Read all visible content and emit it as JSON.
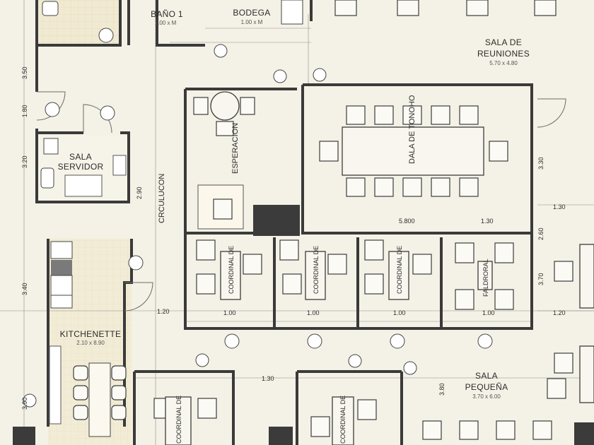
{
  "rooms": {
    "bano": {
      "name": "BAÑO 1",
      "dims": "1.00 x M"
    },
    "bodega": {
      "name": "BODEGA",
      "dims": "1.00 x M"
    },
    "sala_reuniones": {
      "name_line1": "SALA DE",
      "name_line2": "REUNIONES",
      "dims": "5.70 x 4.80"
    },
    "sala_servidor": {
      "name_line1": "SALA",
      "name_line2": "SERVIDOR"
    },
    "circulacion": {
      "name": "CRCULUCON"
    },
    "kitchenette": {
      "name": "KITCHENETTE",
      "dims": "2.10 x 8.90"
    },
    "sala_pequena": {
      "name_line1": "SALA",
      "name_line2": "PEQUEÑA",
      "dims": "3.70 x 6.00"
    },
    "reception": {
      "name": "ESPERACION"
    },
    "conference_table": {
      "name": "DALA DE TONOHO"
    },
    "office1": {
      "name": "COORDINAL DE"
    },
    "office2": {
      "name": "COORDINAL DE"
    },
    "office3": {
      "name": "COORDINAL DE"
    },
    "office4": {
      "name": "FALDRORAL"
    },
    "bottom_office1": {
      "name": "COORDINAL DE"
    },
    "bottom_office2": {
      "name": "COORDINAL DE"
    }
  },
  "dimensions": {
    "left_350": "3.50",
    "left_180": "1.80",
    "left_320": "3.20",
    "left_340": "3.40",
    "left_390": "3.90",
    "corridor_120": "1.20",
    "mid_130": "1.30",
    "mid_380": "3.80",
    "right_330": "3.30",
    "right_260": "2.60",
    "right_130": "1.30",
    "right_370": "3.70",
    "right_120": "1.20",
    "vert_290": "2.90",
    "conf_580": "5.800",
    "conf_130": "1.30",
    "sub_100a": "1.00",
    "sub_100b": "1.00",
    "sub_100c": "1.00",
    "sub_100d": "1.00"
  }
}
